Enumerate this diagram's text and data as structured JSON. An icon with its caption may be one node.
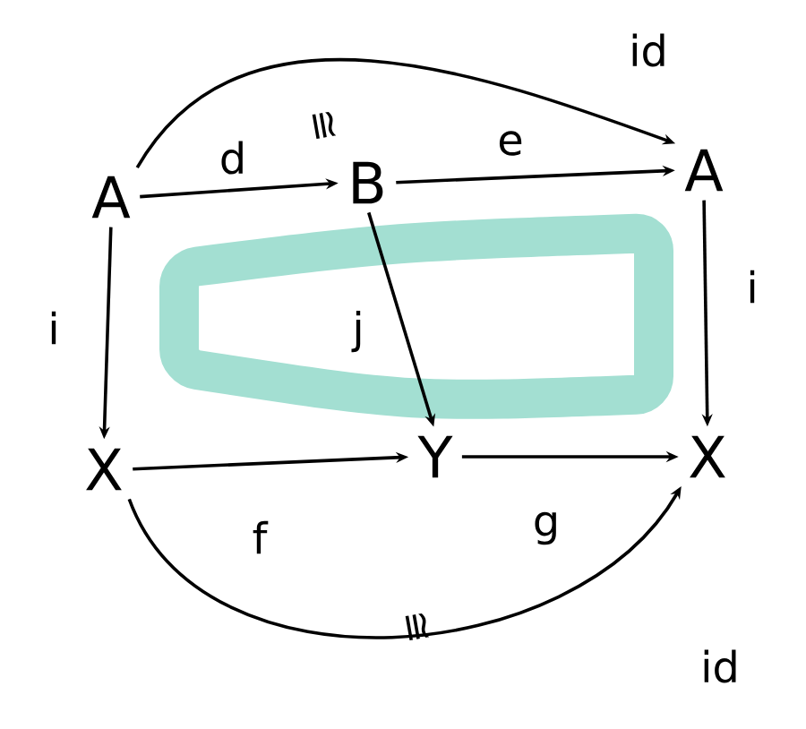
{
  "diagram": {
    "nodes": [
      {
        "text": [
          "A"
        ]
      },
      {
        "text": [
          "B"
        ]
      },
      {
        "text": [
          "A"
        ]
      },
      {
        "text": [
          "X"
        ]
      },
      {
        "text": [
          "Y"
        ]
      },
      {
        "text": [
          "X"
        ]
      }
    ],
    "edges": [
      {
        "from": 0,
        "to": 1,
        "arrow": "to",
        "label": "d"
      },
      {
        "from": 1,
        "to": 2,
        "arrow": "to",
        "label": "e"
      },
      {
        "from": 0,
        "to": 2,
        "arrow": "to",
        "label": "id"
      },
      {
        "from": 0,
        "to": 3,
        "arrow": "to",
        "label": "i"
      },
      {
        "from": 1,
        "to": 4,
        "arrow": "to",
        "label": "j"
      },
      {
        "from": 2,
        "to": 5,
        "arrow": "to",
        "label": "i"
      },
      {
        "from": 3,
        "to": 4,
        "arrow": "to",
        "label": "f"
      },
      {
        "from": 4,
        "to": 5,
        "arrow": "to",
        "label": "g"
      },
      {
        "from": 3,
        "to": 5,
        "arrow": "to",
        "label": "id"
      }
    ],
    "labels": [
      "≅",
      "≅"
    ]
  }
}
